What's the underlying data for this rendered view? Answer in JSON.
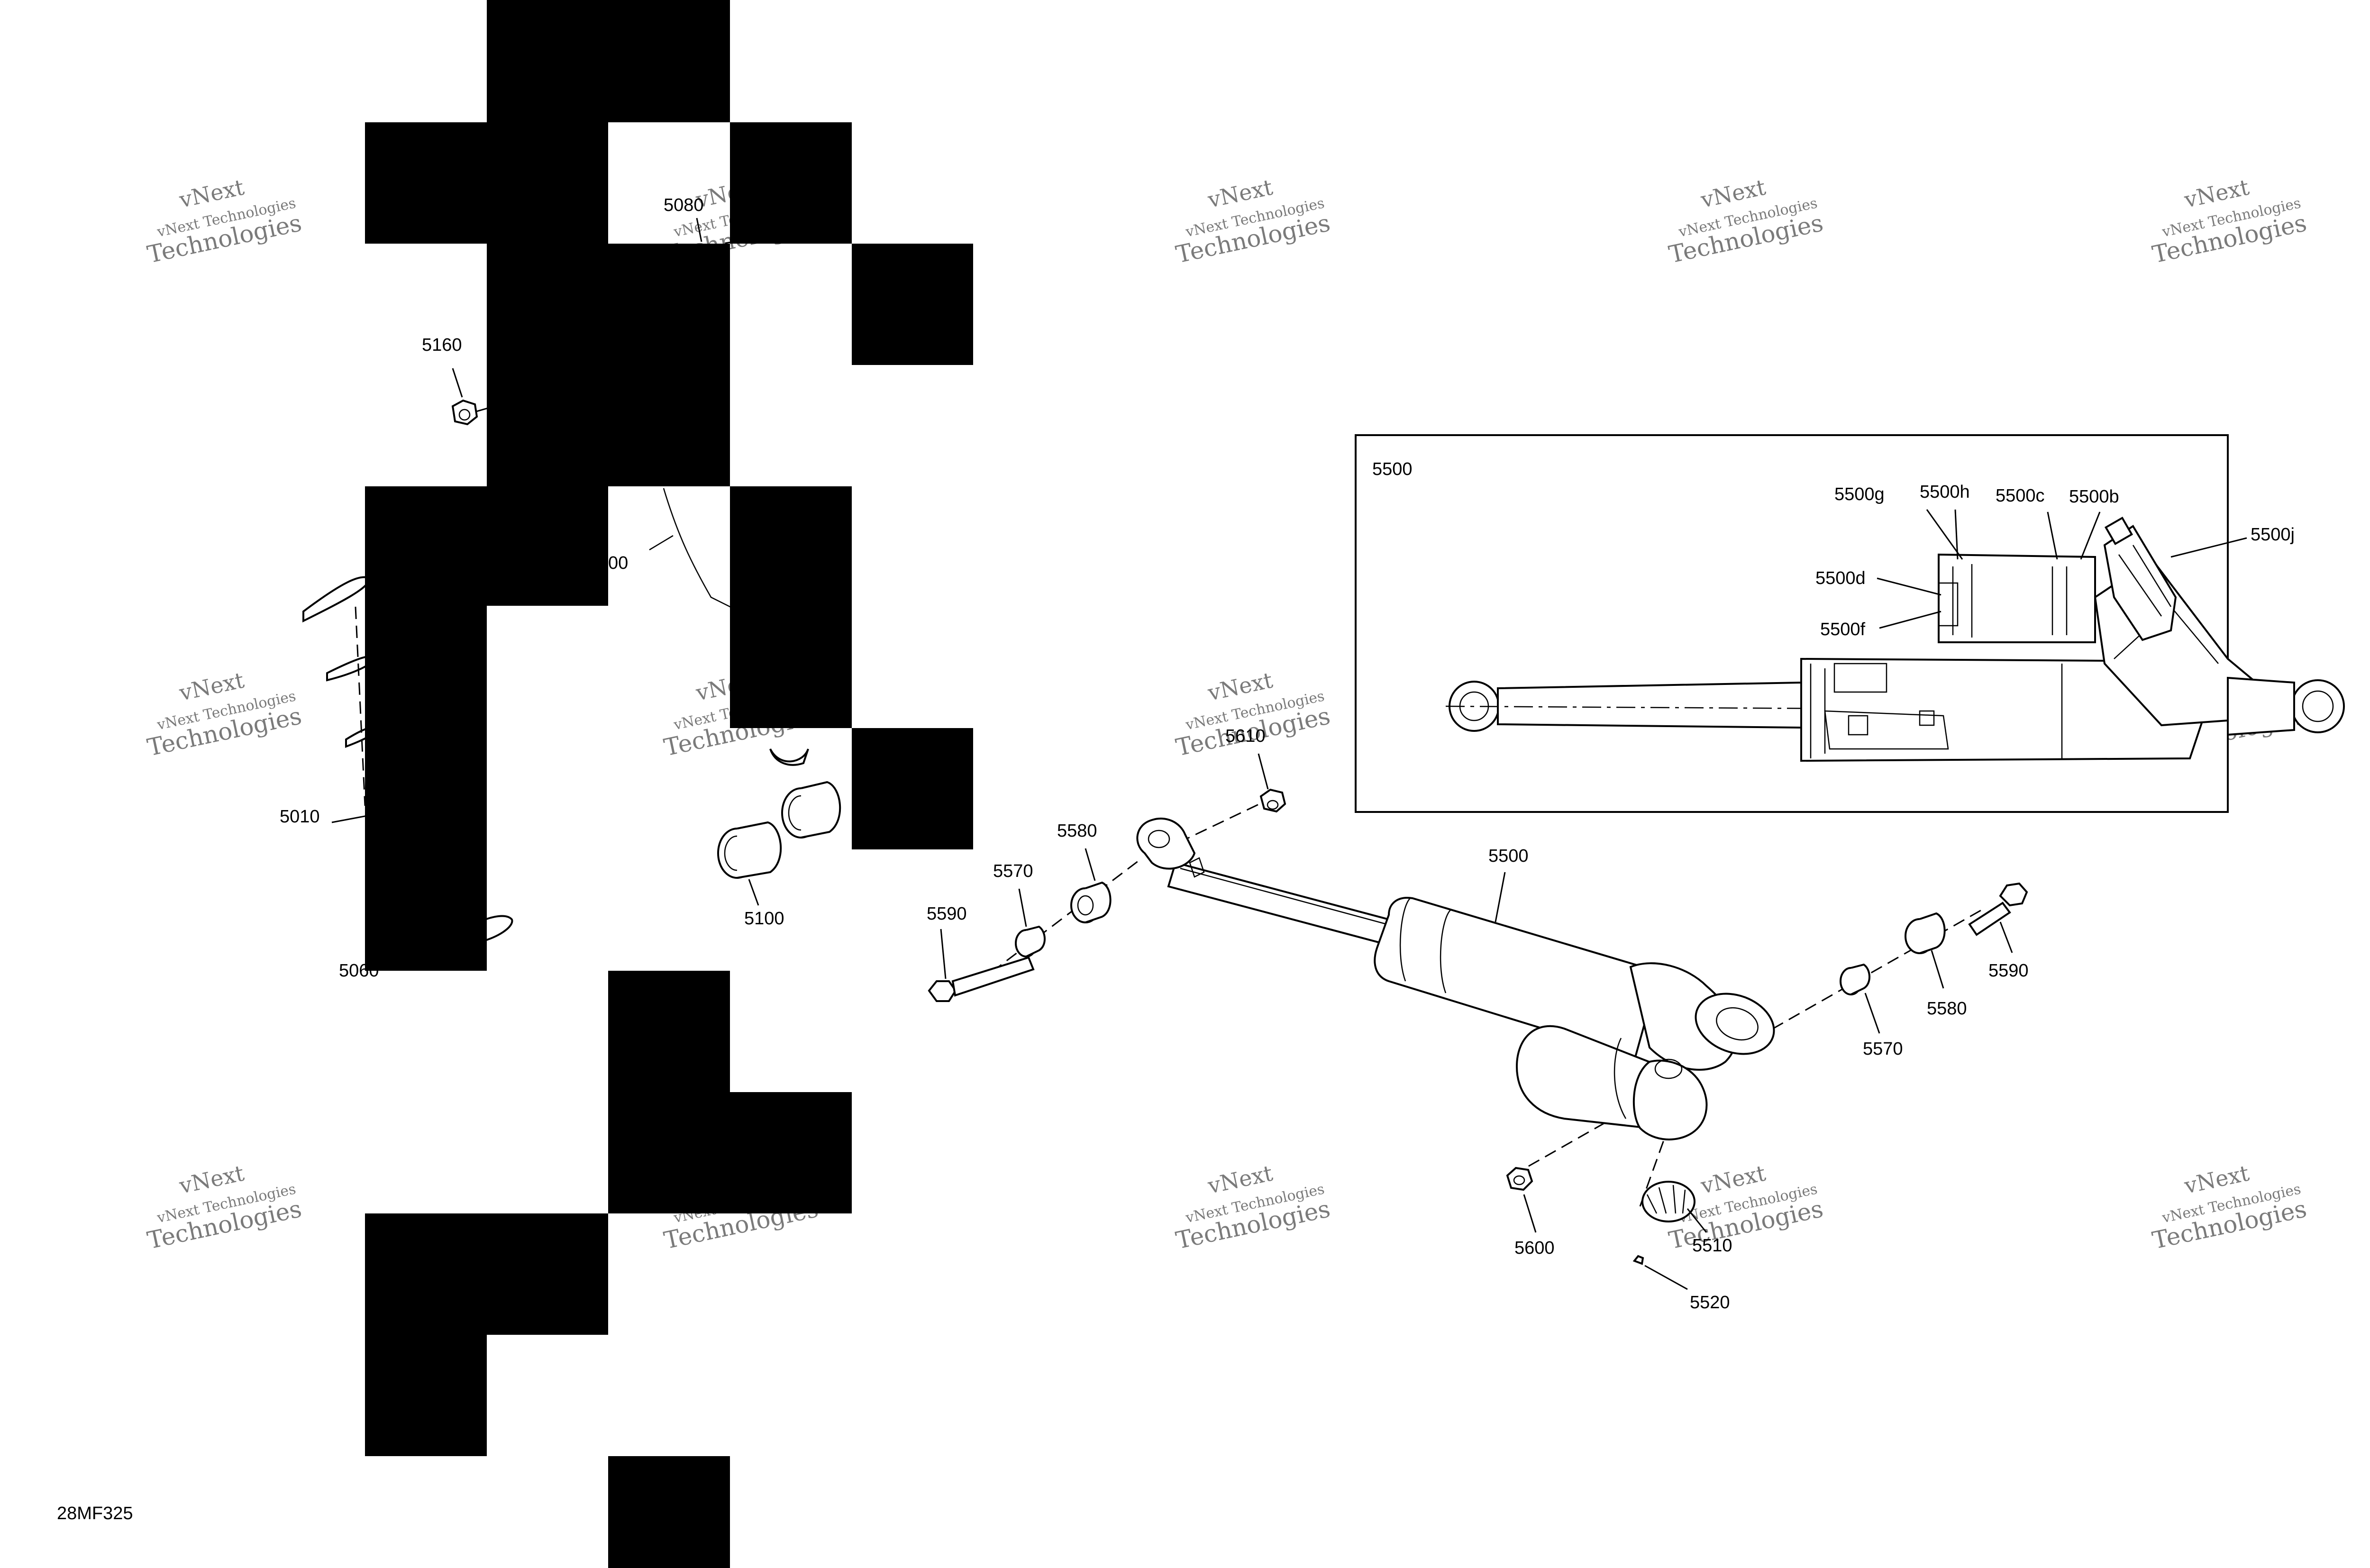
{
  "diagram_id": "28MF325",
  "watermark": {
    "line1": "vNext",
    "line2": "vNext Technologies",
    "line3": "Technologies"
  },
  "left_labels": {
    "p5080": "5080",
    "p5160": "5160",
    "p5x00": "00",
    "p5010": "5010",
    "p5100": "5100",
    "p5060": "5060"
  },
  "main_labels": {
    "p5610": "5610",
    "p5580_left": "5580",
    "p5570_left": "5570",
    "p5590_left": "5590",
    "p5500": "5500",
    "p5590_right": "5590",
    "p5580_right": "5580",
    "p5570_right": "5570",
    "p5600": "5600",
    "p5510": "5510",
    "p5520": "5520"
  },
  "inset": {
    "title": "5500",
    "labels": {
      "g": "5500g",
      "h": "5500h",
      "c": "5500c",
      "b": "5500b",
      "j": "5500j",
      "d": "5500d",
      "f": "5500f"
    }
  }
}
